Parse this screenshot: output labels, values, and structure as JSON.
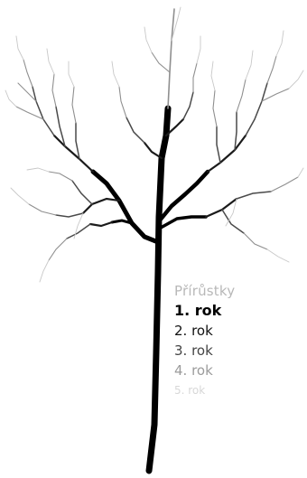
{
  "legend": {
    "title": "Přírůstky",
    "items": [
      {
        "label": "1. rok"
      },
      {
        "label": "2. rok"
      },
      {
        "label": "3. rok"
      },
      {
        "label": "4. rok"
      },
      {
        "label": "5. rok"
      }
    ]
  },
  "colors": {
    "trunk": "#000000",
    "year1": "#000000",
    "year2": "#1b1b1b",
    "year3": "#4a4a4a",
    "year4": "#8f8f8f",
    "year5": "#c8c8c8",
    "background": "#ffffff"
  }
}
